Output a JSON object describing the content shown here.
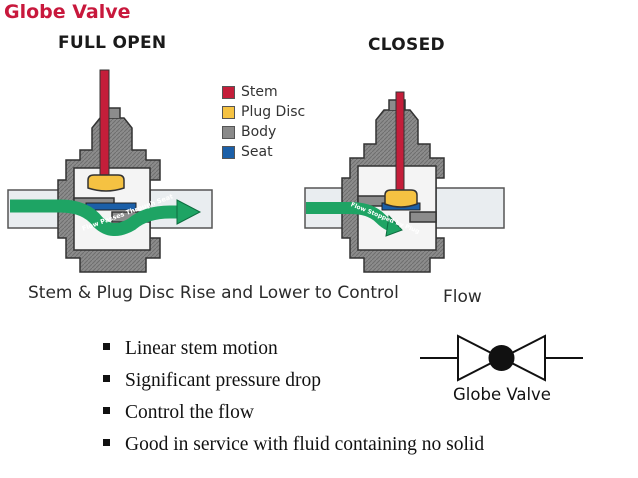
{
  "title": "Globe Valve",
  "states": {
    "open": "FULL OPEN",
    "closed": "CLOSED"
  },
  "legend": [
    {
      "label": "Stem",
      "color": "#c41e3a"
    },
    {
      "label": "Plug Disc",
      "color": "#f5c242"
    },
    {
      "label": "Body",
      "color": "#8a8a8a"
    },
    {
      "label": "Seat",
      "color": "#1b5fa8"
    }
  ],
  "flow_labels": {
    "open": "Flow Passes Through Seat",
    "closed": "Flow Stopped by Plug"
  },
  "caption": {
    "main": "Stem & Plug Disc Rise and Lower to Control",
    "tail": "Flow"
  },
  "bullets": [
    "Linear stem motion",
    "Significant pressure drop",
    "Control the flow",
    "Good in service with fluid containing no solid"
  ],
  "symbol_caption": "Globe Valve",
  "colors": {
    "accent": "#c8183c",
    "flow": "#1ea464",
    "pipe": "#e8ecef"
  }
}
